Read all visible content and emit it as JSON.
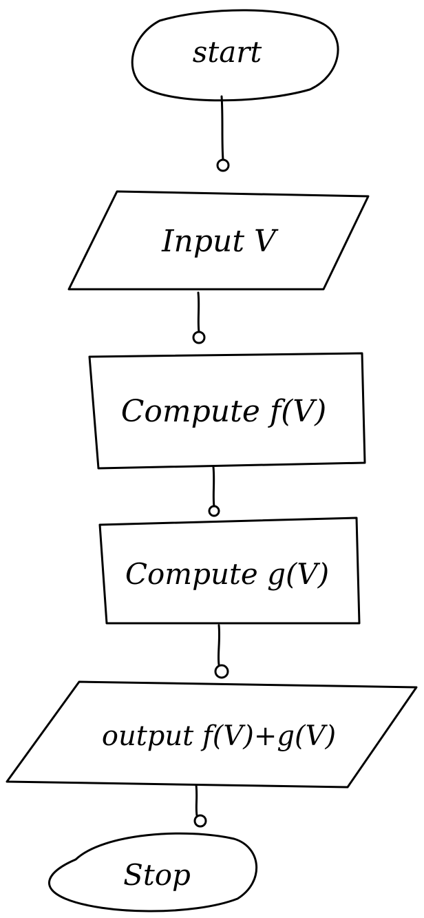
{
  "diagram": {
    "type": "flowchart",
    "style": "handwritten",
    "ink_color": "#000000",
    "background": "#ffffff",
    "nodes": [
      {
        "id": "start",
        "shape": "terminator",
        "label": "start"
      },
      {
        "id": "input",
        "shape": "parallelogram",
        "label": "Input V"
      },
      {
        "id": "compute-f",
        "shape": "process",
        "label": "Compute f(V)"
      },
      {
        "id": "compute-g",
        "shape": "process",
        "label": "Compute g(V)"
      },
      {
        "id": "output",
        "shape": "parallelogram",
        "label": "output f(V)+g(V)"
      },
      {
        "id": "stop",
        "shape": "terminator",
        "label": "Stop"
      }
    ],
    "edges": [
      {
        "from": "start",
        "to": "input"
      },
      {
        "from": "input",
        "to": "compute-f"
      },
      {
        "from": "compute-f",
        "to": "compute-g"
      },
      {
        "from": "compute-g",
        "to": "output"
      },
      {
        "from": "output",
        "to": "stop"
      }
    ]
  }
}
